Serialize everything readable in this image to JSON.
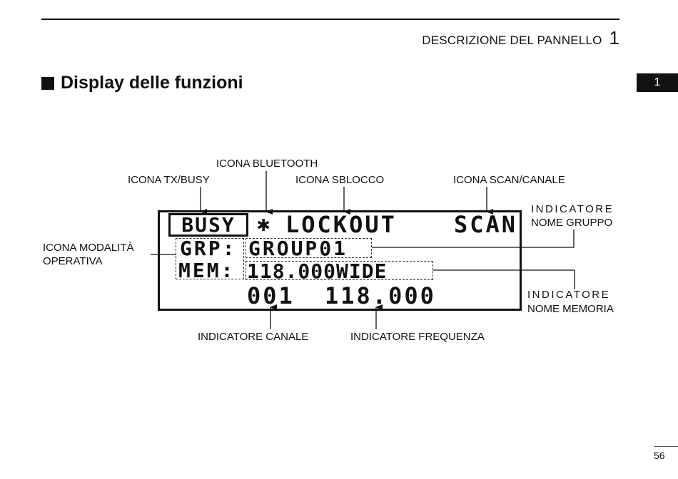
{
  "header": {
    "section_label": "DESCRIZIONE DEL PANNELLO",
    "chapter_number": "1"
  },
  "chapter_tab": "1",
  "section_title": "Display delle funzioni",
  "lcd": {
    "busy": "BUSY",
    "bluetooth_symbol": "✱",
    "lockout": "LOCKOUT",
    "scan": "SCAN",
    "grp_label": "GRP:",
    "group_name": "GROUP01",
    "mem_label": "MEM:",
    "memory_name": "118.000WIDE",
    "channel": "001",
    "frequency": "118.000"
  },
  "callouts": {
    "bluetooth_icon": "ICONA BLUETOOTH",
    "tx_busy_icon": "ICONA TX/BUSY",
    "lockout_icon": "ICONA SBLOCCO",
    "scan_icon": "ICONA SCAN/CANALE",
    "group_indicator_line1": "INDICATORE",
    "group_indicator_line2": "NOME GRUPPO",
    "mode_icon_line1": "ICONA MODALITÀ",
    "mode_icon_line2": "OPERATIVA",
    "memory_indicator_line1": "INDICATORE",
    "memory_indicator_line2": "NOME MEMORIA",
    "channel_indicator": "INDICATORE CANALE",
    "frequency_indicator": "INDICATORE FREQUENZA"
  },
  "page_number": "56"
}
